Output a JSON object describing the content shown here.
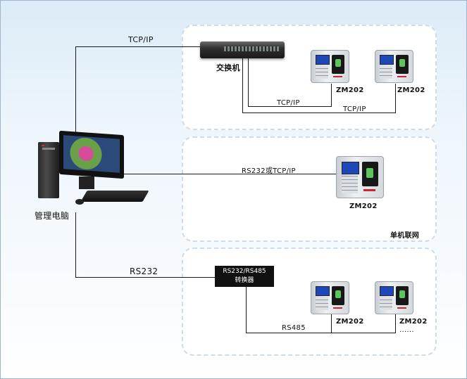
{
  "pc": {
    "label": "管理电脑"
  },
  "panel_top": {
    "switch_label": "交换机",
    "uplink_label": "TCP/IP",
    "link1_label": "TCP/IP",
    "link2_label": "TCP/IP",
    "device1_label": "ZM202",
    "device2_label": "ZM202"
  },
  "panel_middle": {
    "link_label": "RS232或TCP/IP",
    "device_label": "ZM202",
    "corner_label": "单机联网"
  },
  "panel_bottom": {
    "uplink_label": "RS232",
    "converter_line1": "RS232/RS485",
    "converter_line2": "转换器",
    "bus_label": "RS485",
    "device1_label": "ZM202",
    "device2_label": "ZM202",
    "ellipsis": "......"
  }
}
